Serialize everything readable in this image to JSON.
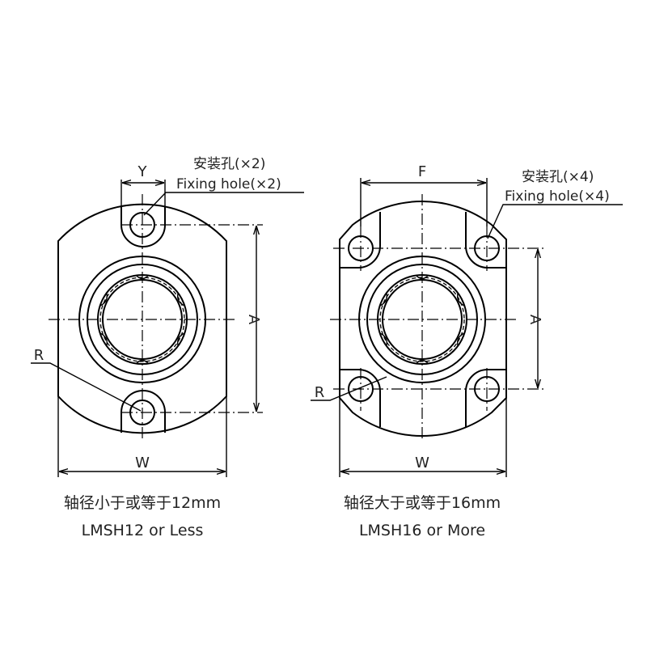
{
  "left": {
    "hole_label_cn": "安装孔(×2)",
    "hole_label_en": "Fixing hole(×2)",
    "dim_y": "Y",
    "dim_a": "A",
    "dim_w": "W",
    "dim_r": "R",
    "caption_cn": "轴径小于或等于12mm",
    "caption_en": "LMSH12 or Less"
  },
  "right": {
    "hole_label_cn": "安装孔(×4)",
    "hole_label_en": "Fixing hole(×4)",
    "dim_f": "F",
    "dim_a": "A",
    "dim_w": "W",
    "dim_r": "R",
    "caption_cn": "轴径大于或等于16mm",
    "caption_en": "LMSH16 or More"
  }
}
